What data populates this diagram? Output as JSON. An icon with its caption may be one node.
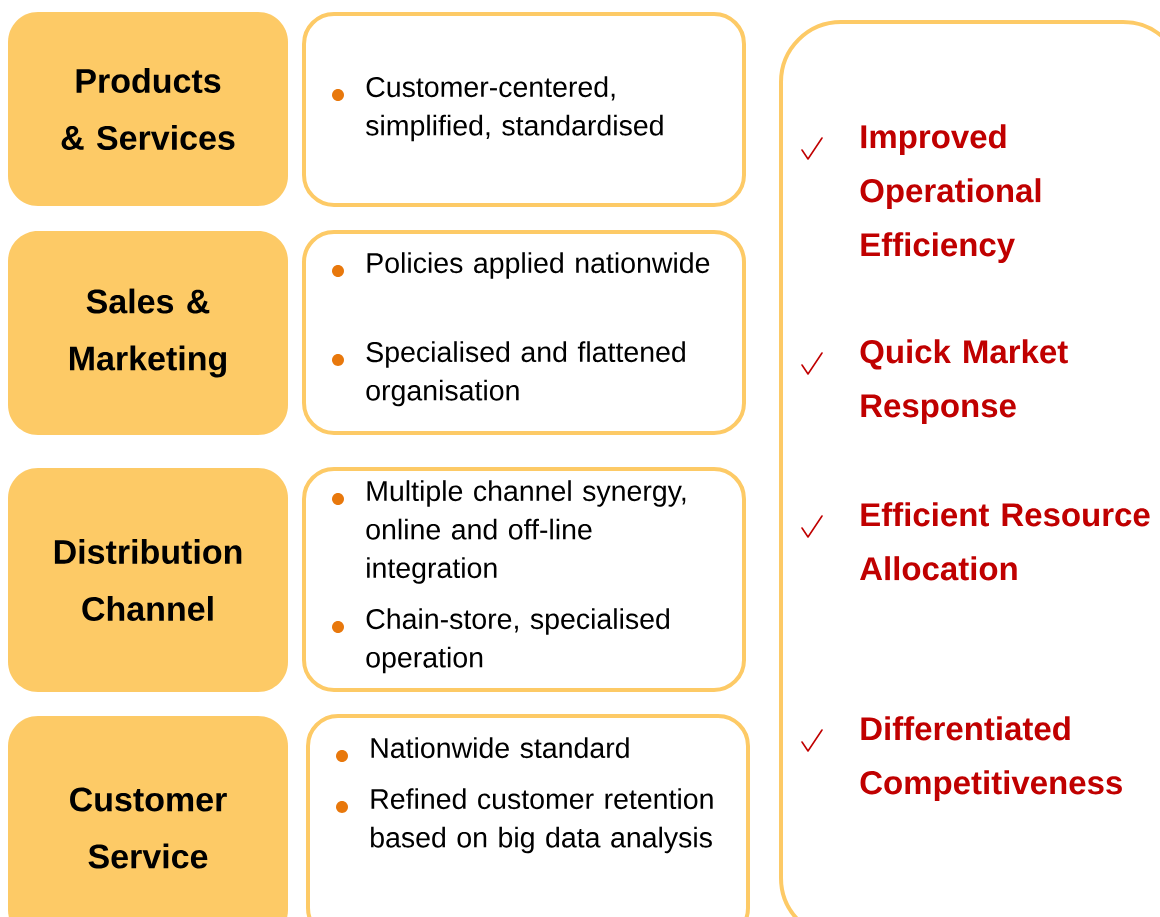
{
  "diagram": {
    "nodes": [
      {
        "text": [
          "Products & Services"
        ]
      },
      {
        "text": [
          "Customer-centered, simplified, standardised"
        ]
      },
      {
        "text": [
          "Sales & Marketing"
        ]
      },
      {
        "text": [
          "Policies applied nationwide",
          "Specialised and flattened organisation"
        ]
      },
      {
        "text": [
          "Distribution Channel"
        ]
      },
      {
        "text": [
          "Multiple channel synergy, online and off-line integration",
          "Chain-store, specialised operation"
        ]
      },
      {
        "text": [
          "Customer Service"
        ]
      },
      {
        "text": [
          "Nationwide standard",
          "Refined customer retention based on big data analysis"
        ]
      },
      {
        "text": [
          "Improved Operational Efficiency",
          "Quick Market Response",
          "Efficient Resource Allocation",
          "Differentiated Competitiveness"
        ]
      }
    ]
  }
}
